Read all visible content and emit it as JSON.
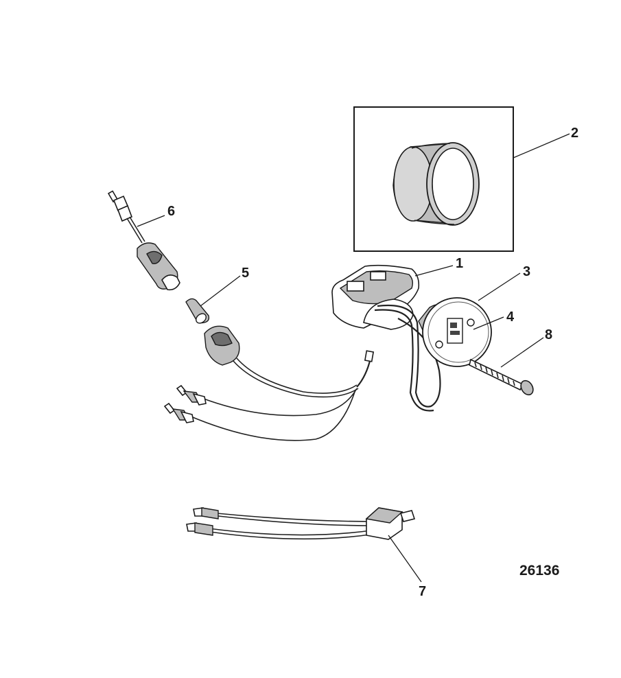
{
  "figure_id": "26136",
  "callouts": [
    {
      "number": "1"
    },
    {
      "number": "2"
    },
    {
      "number": "3"
    },
    {
      "number": "4"
    },
    {
      "number": "5"
    },
    {
      "number": "6"
    },
    {
      "number": "7"
    },
    {
      "number": "8"
    }
  ]
}
